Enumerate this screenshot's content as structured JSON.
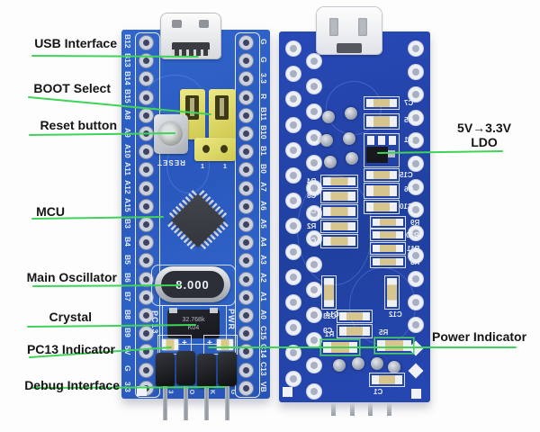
{
  "title": "STM32 development board annotated, front and back view",
  "colors": {
    "front_board": "#2e60c6",
    "back_board": "#2343ad",
    "annotation_line": "#3ed457",
    "annotation_text": "#151515",
    "jumper_yellow": "#e4de6a"
  },
  "annotations": {
    "left": [
      {
        "label": "USB Interface"
      },
      {
        "label": "BOOT Select"
      },
      {
        "label": "Reset button"
      },
      {
        "label": "MCU"
      },
      {
        "label": "Main Oscillator"
      },
      {
        "label": "Crystal"
      },
      {
        "label": "PC13 Indicator"
      },
      {
        "label": "Debug Interface"
      }
    ],
    "right": [
      {
        "label": "5V→3.3V",
        "label2": "LDO"
      },
      {
        "label": "Power Indicator"
      }
    ]
  },
  "front_board": {
    "left_pins": [
      "B12",
      "B13",
      "B14",
      "B15",
      "A8",
      "A9",
      "A10",
      "A11",
      "A12",
      "A15",
      "B3",
      "B4",
      "B5",
      "B6",
      "B7",
      "B8",
      "B9",
      "5V",
      "G",
      "3.3"
    ],
    "right_pins": [
      "G",
      "G",
      "3.3",
      "R",
      "B11",
      "B10",
      "B1",
      "B0",
      "A7",
      "A6",
      "A5",
      "A4",
      "A3",
      "A2",
      "A1",
      "A0",
      "C15",
      "C14",
      "C13",
      "VB"
    ],
    "silk": {
      "reset": "RESET",
      "pc13": "PC13",
      "pwr": "PWR",
      "plus": "+",
      "boot0": "1",
      "boot1": "1"
    },
    "main_crystal": "8.000",
    "rtc_crystal": "32.768k",
    "rtc_crystal_code": "K04",
    "debug_pin_marks": [
      "3",
      "O",
      "K",
      "G"
    ]
  },
  "back_board": {
    "component_refs": [
      "C7",
      "C5",
      "U1",
      "C15",
      "C6",
      "C10",
      "R4",
      "C8",
      "C2",
      "R2",
      "C4",
      "R9",
      "R10",
      "R11",
      "R3",
      "C14",
      "C12",
      "C13",
      "C9",
      "R1",
      "R5",
      "C1"
    ]
  }
}
